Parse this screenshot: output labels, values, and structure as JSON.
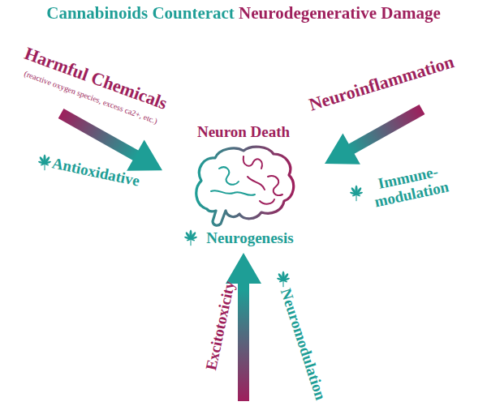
{
  "diagram": {
    "title": "Cannabinoids Counteract Neurodegenerative Damage",
    "nodes": [
      {
        "text": [
          "Harmful Chemicals",
          "(reactive oxygen species, excess ca2+, etc.)"
        ]
      },
      {
        "text": [
          "Neuroinflammation"
        ]
      },
      {
        "text": [
          "Neuron Death",
          "Neurogenesis"
        ]
      },
      {
        "text": [
          "Excitotoxicity"
        ]
      }
    ],
    "edges": [
      {
        "from": 0,
        "to": 2,
        "arrow": "to",
        "label": "Antioxidative"
      },
      {
        "from": 1,
        "to": 2,
        "arrow": "to",
        "label": "Immune- modulation"
      },
      {
        "from": 3,
        "to": 2,
        "arrow": "to",
        "label": "Neuromodulation"
      }
    ]
  }
}
